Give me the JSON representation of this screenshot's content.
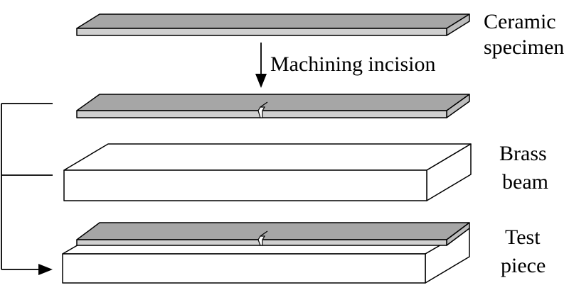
{
  "labels": {
    "ceramic_line1": "Ceramic",
    "ceramic_line2": "specimen",
    "machining": "Machining incision",
    "brass_line1": "Brass",
    "brass_line2": "beam",
    "test_line1": "Test",
    "test_line2": "piece"
  },
  "colors": {
    "plate": "#a6a6a6",
    "beam": "#ffffff",
    "stroke": "#000000"
  }
}
